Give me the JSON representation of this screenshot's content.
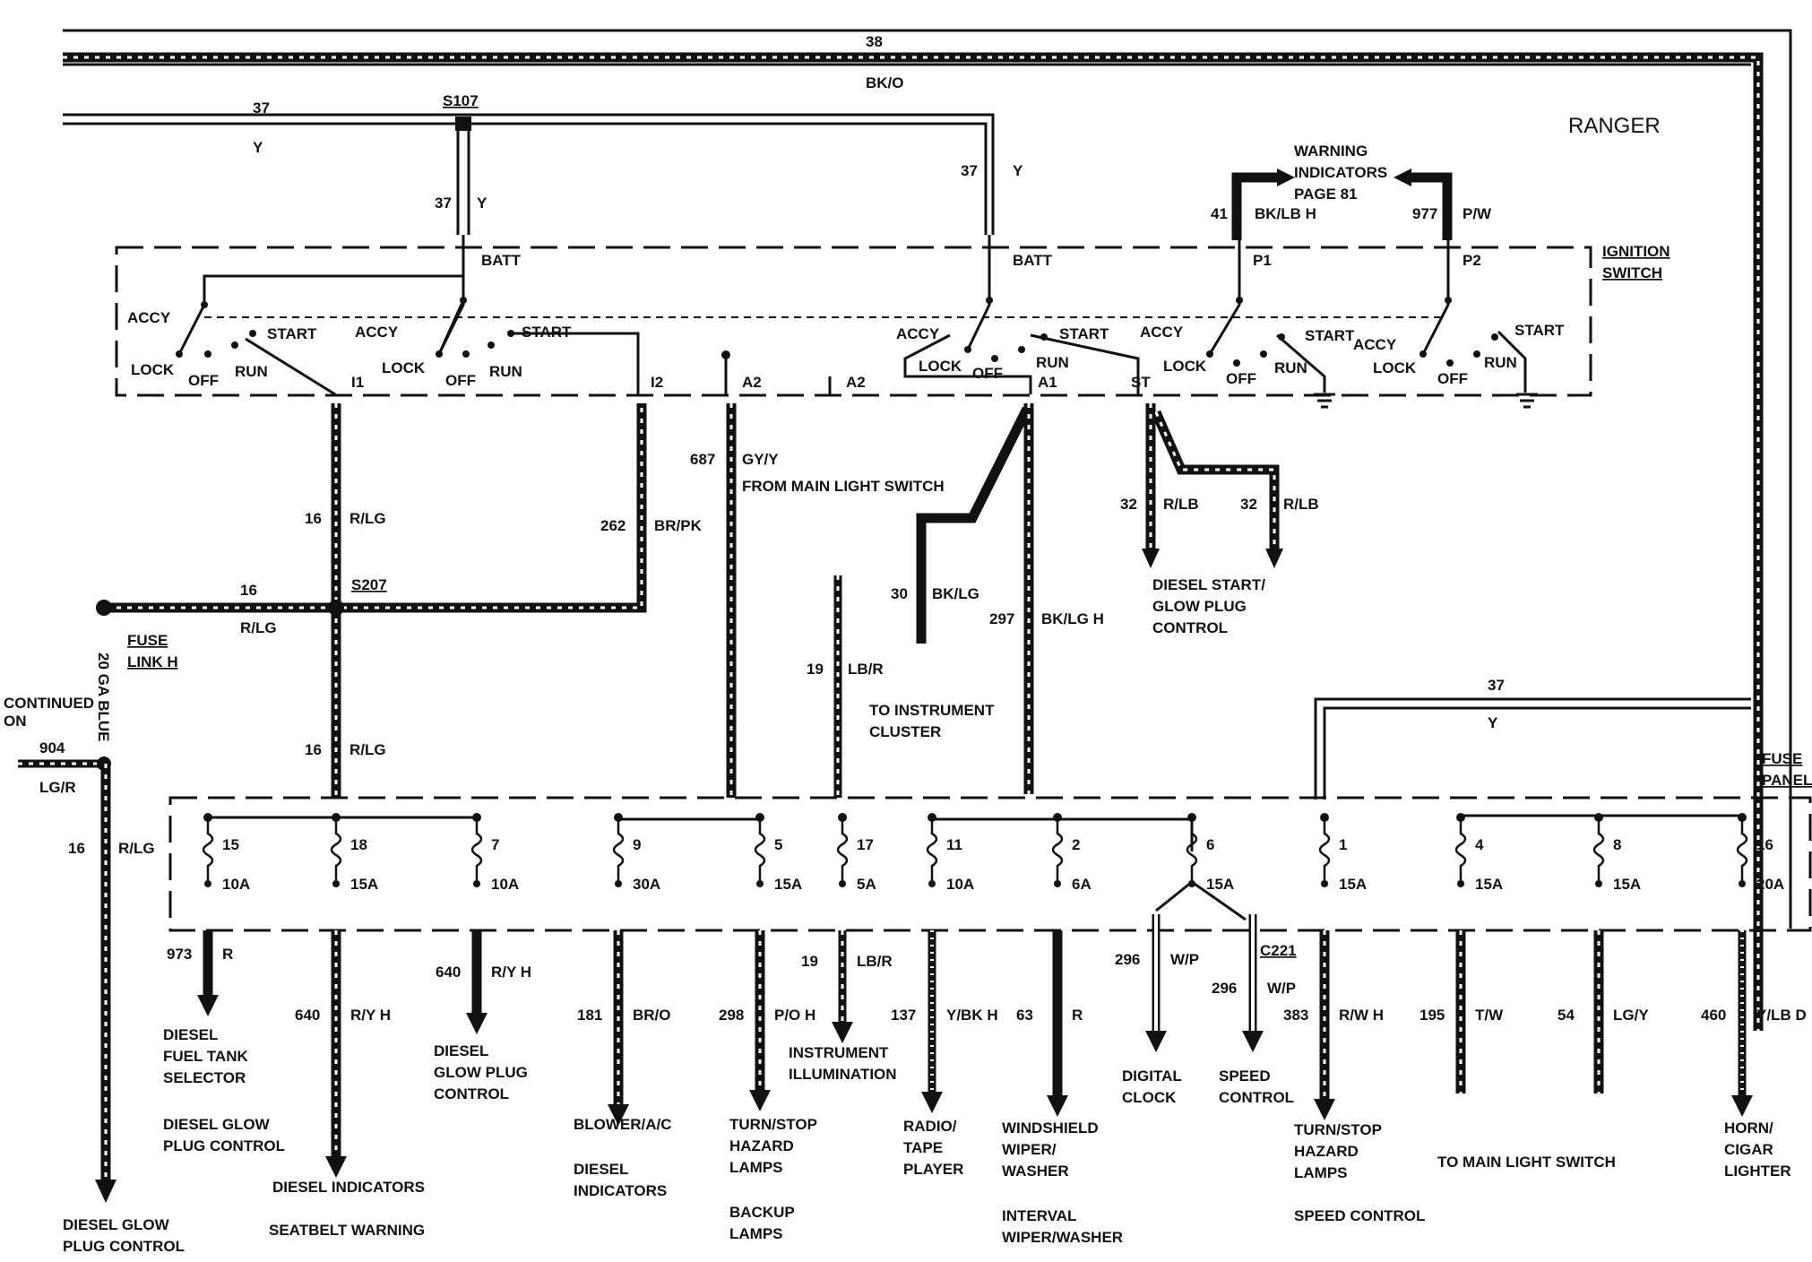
{
  "title": "RANGER",
  "components": {
    "ignition_switch": "IGNITION SWITCH",
    "fuse_panel": "FUSE PANEL",
    "fuse_link": "FUSE LINK H",
    "warning_ref": "WARNING INDICATORS PAGE 81"
  },
  "splices": [
    "S107",
    "S207"
  ],
  "connector": "C221",
  "switch_labels": {
    "accy": "ACCY",
    "lock": "LOCK",
    "off": "OFF",
    "run": "RUN",
    "start": "START",
    "batt": "BATT",
    "terminals": [
      "I1",
      "I2",
      "A2",
      "A2",
      "A1",
      "ST",
      "P1",
      "P2"
    ]
  },
  "top_wires": [
    {
      "circuit": "38",
      "color": "BK/O"
    },
    {
      "circuit": "37",
      "color": "Y"
    }
  ],
  "upper_wires": [
    {
      "circuit": "37",
      "color": "Y"
    },
    {
      "circuit": "37",
      "color": "Y"
    },
    {
      "circuit": "41",
      "color": "BK/LB H"
    },
    {
      "circuit": "977",
      "color": "P/W"
    },
    {
      "circuit": "16",
      "color": "R/LG"
    },
    {
      "circuit": "16",
      "color": "R/LG"
    },
    {
      "circuit": "262",
      "color": "BR/PK"
    },
    {
      "circuit": "16",
      "color": "R/LG"
    },
    {
      "circuit": "687",
      "color": "GY/Y"
    },
    {
      "circuit": "19",
      "color": "LB/R"
    },
    {
      "circuit": "30",
      "color": "BK/LG"
    },
    {
      "circuit": "297",
      "color": "BK/LG H"
    },
    {
      "circuit": "32",
      "color": "R/LB"
    },
    {
      "circuit": "32",
      "color": "R/LB"
    },
    {
      "circuit": "37",
      "color": "Y"
    }
  ],
  "notes": {
    "from_main_light_switch": "FROM MAIN LIGHT SWITCH",
    "to_instrument_cluster": "TO INSTRUMENT CLUSTER",
    "diesel_start": "DIESEL START/ GLOW PLUG CONTROL",
    "continued_on": "CONTINUED ON",
    "ga_blue": "20 GA BLUE",
    "left_wire": {
      "circuit": "904",
      "color": "LG/R"
    },
    "left_feed": {
      "circuit": "16",
      "color": "R/LG"
    }
  },
  "fuses": [
    {
      "num": "15",
      "amp": "10A"
    },
    {
      "num": "18",
      "amp": "15A"
    },
    {
      "num": "7",
      "amp": "10A"
    },
    {
      "num": "9",
      "amp": "30A"
    },
    {
      "num": "5",
      "amp": "15A"
    },
    {
      "num": "17",
      "amp": "5A"
    },
    {
      "num": "11",
      "amp": "10A"
    },
    {
      "num": "2",
      "amp": "6A"
    },
    {
      "num": "6",
      "amp": "15A"
    },
    {
      "num": "1",
      "amp": "15A"
    },
    {
      "num": "4",
      "amp": "15A"
    },
    {
      "num": "8",
      "amp": "15A"
    },
    {
      "num": "16",
      "amp": "20A"
    }
  ],
  "outputs": [
    {
      "circuit": "973",
      "color": "R",
      "loads": [
        "DIESEL FUEL TANK SELECTOR",
        "DIESEL GLOW PLUG CONTROL"
      ]
    },
    {
      "circuit": "640",
      "color": "R/Y H",
      "loads": [
        "DIESEL INDICATORS",
        "SEATBELT WARNING"
      ]
    },
    {
      "circuit": "640",
      "color": "R/Y H",
      "loads": [
        "DIESEL GLOW PLUG CONTROL"
      ]
    },
    {
      "circuit": "181",
      "color": "BR/O",
      "loads": [
        "BLOWER/A/C",
        "DIESEL INDICATORS"
      ]
    },
    {
      "circuit": "298",
      "color": "P/O H",
      "loads": [
        "TURN/STOP HAZARD LAMPS",
        "BACKUP LAMPS"
      ]
    },
    {
      "circuit": "19",
      "color": "LB/R",
      "loads": [
        "INSTRUMENT ILLUMINATION"
      ]
    },
    {
      "circuit": "137",
      "color": "Y/BK H",
      "loads": [
        "RADIO/ TAPE PLAYER"
      ]
    },
    {
      "circuit": "63",
      "color": "R",
      "loads": [
        "WINDSHIELD WIPER/ WASHER",
        "INTERVAL WIPER/WASHER"
      ]
    },
    {
      "circuit": "296",
      "color": "W/P",
      "loads": [
        "DIGITAL CLOCK"
      ]
    },
    {
      "circuit": "296",
      "color": "W/P",
      "loads": [
        "SPEED CONTROL"
      ]
    },
    {
      "circuit": "383",
      "color": "R/W H",
      "loads": [
        "TURN/STOP HAZARD LAMPS",
        "SPEED CONTROL"
      ]
    },
    {
      "circuit": "195",
      "color": "T/W",
      "loads": [
        "TO MAIN LIGHT SWITCH"
      ]
    },
    {
      "circuit": "54",
      "color": "LG/Y",
      "loads": []
    },
    {
      "circuit": "460",
      "color": "Y/LB D",
      "loads": [
        "HORN/ CIGAR LIGHTER"
      ]
    },
    {
      "circuit": "16",
      "color": "R/LG",
      "loads": [
        "DIESEL GLOW PLUG CONTROL"
      ]
    }
  ]
}
